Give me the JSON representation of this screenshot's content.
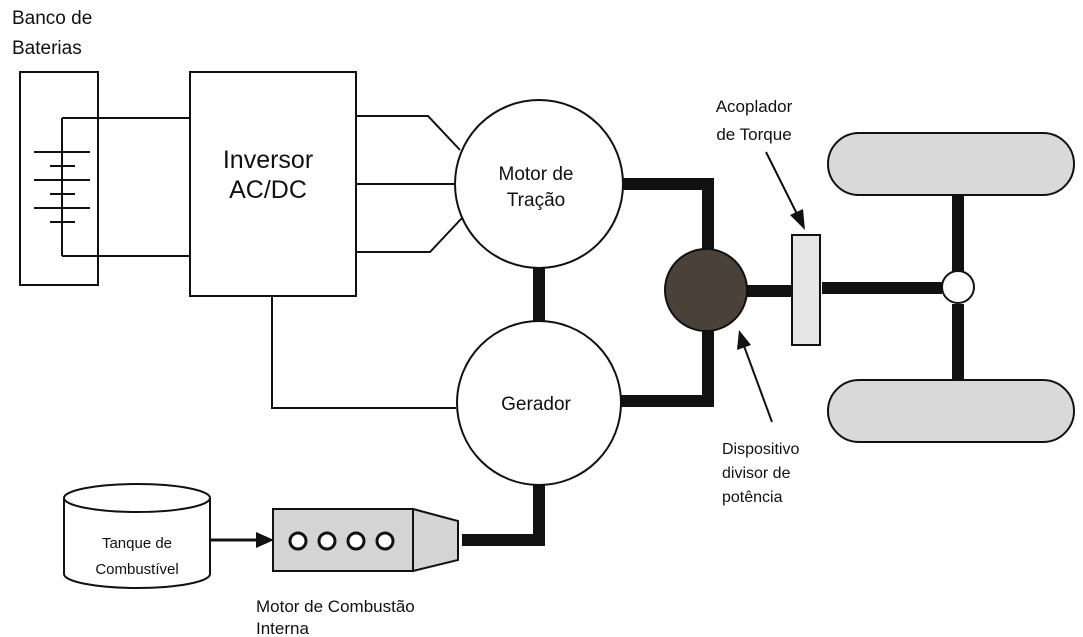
{
  "labels": {
    "battery_bank": [
      "Banco de",
      "Baterias"
    ],
    "inverter": [
      "Inversor",
      "AC/DC"
    ],
    "traction_motor": [
      "Motor de",
      "Tração"
    ],
    "generator": "Gerador",
    "torque_coupler": [
      "Acoplador",
      "de Torque"
    ],
    "power_split": [
      "Dispositivo",
      "divisor de",
      "potência"
    ],
    "fuel_tank": [
      "Tanque de",
      "Combustível"
    ],
    "combustion_engine": [
      "Motor de Combustão",
      "Interna"
    ]
  },
  "colors": {
    "stroke": "#111111",
    "power_split_fill": "#4a4238",
    "wheel_fill": "#d9d9d9",
    "engine_fill": "#d4d4d4",
    "coupler_fill": "#e6e6e6",
    "background": "#ffffff"
  }
}
